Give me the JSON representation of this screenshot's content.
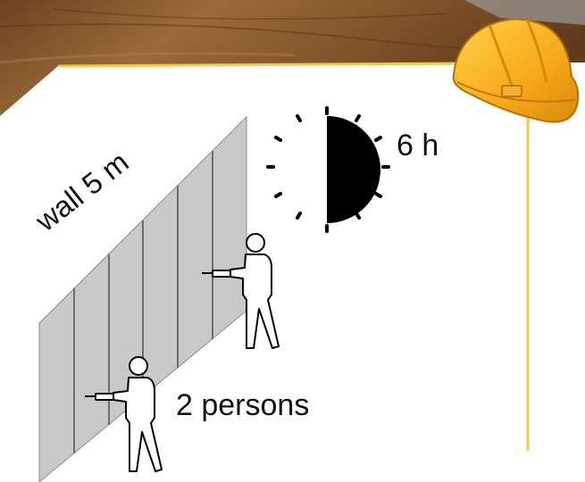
{
  "labels": {
    "wall": "wall 5 m",
    "hours": "6 h",
    "persons": "2 persons"
  },
  "colors": {
    "floor_wood": "#8a5a2c",
    "wall_panel": "#c9c9c9",
    "yellow_line": "#f2c94c",
    "helmet": "#f7a81b",
    "helmet_shadow": "#d88a0a",
    "clock_fill": "#000000"
  },
  "icons": [
    "hard-hat-icon",
    "half-clock-icon",
    "worker-with-drill-icon"
  ]
}
